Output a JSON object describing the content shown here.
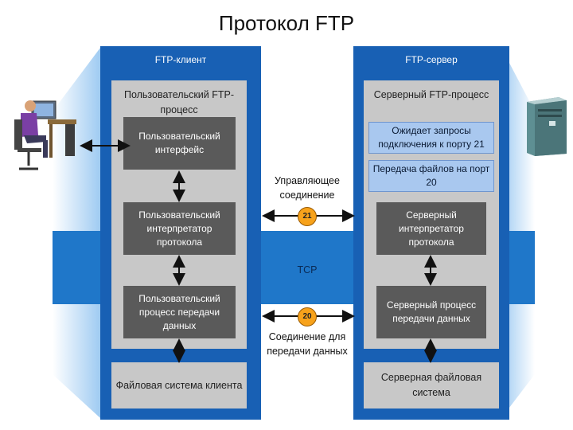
{
  "title": "Протокол FTP",
  "client": {
    "header": "FTP-клиент",
    "process": "Пользовательский FTP-процесс",
    "ui": "Пользовательский интерфейс",
    "interpreter": "Пользовательский интерпретатор протокола",
    "transfer": "Пользовательский процесс передачи данных",
    "filesystem": "Файловая система клиента"
  },
  "server": {
    "header": "FTP-сервер",
    "process": "Серверный FTP-процесс",
    "wait": "Ожидает запросы подключения к порту 21",
    "transfer_port": "Передача файлов на порт 20",
    "interpreter": "Серверный интерпретатор протокола",
    "transfer": "Серверный процесс передачи данных",
    "filesystem": "Серверная файловая система"
  },
  "middle": {
    "control": "Управляющее соединение",
    "port_control": "21",
    "tcp": "TCP",
    "port_data": "20",
    "data": "Соединение для передачи данных"
  }
}
